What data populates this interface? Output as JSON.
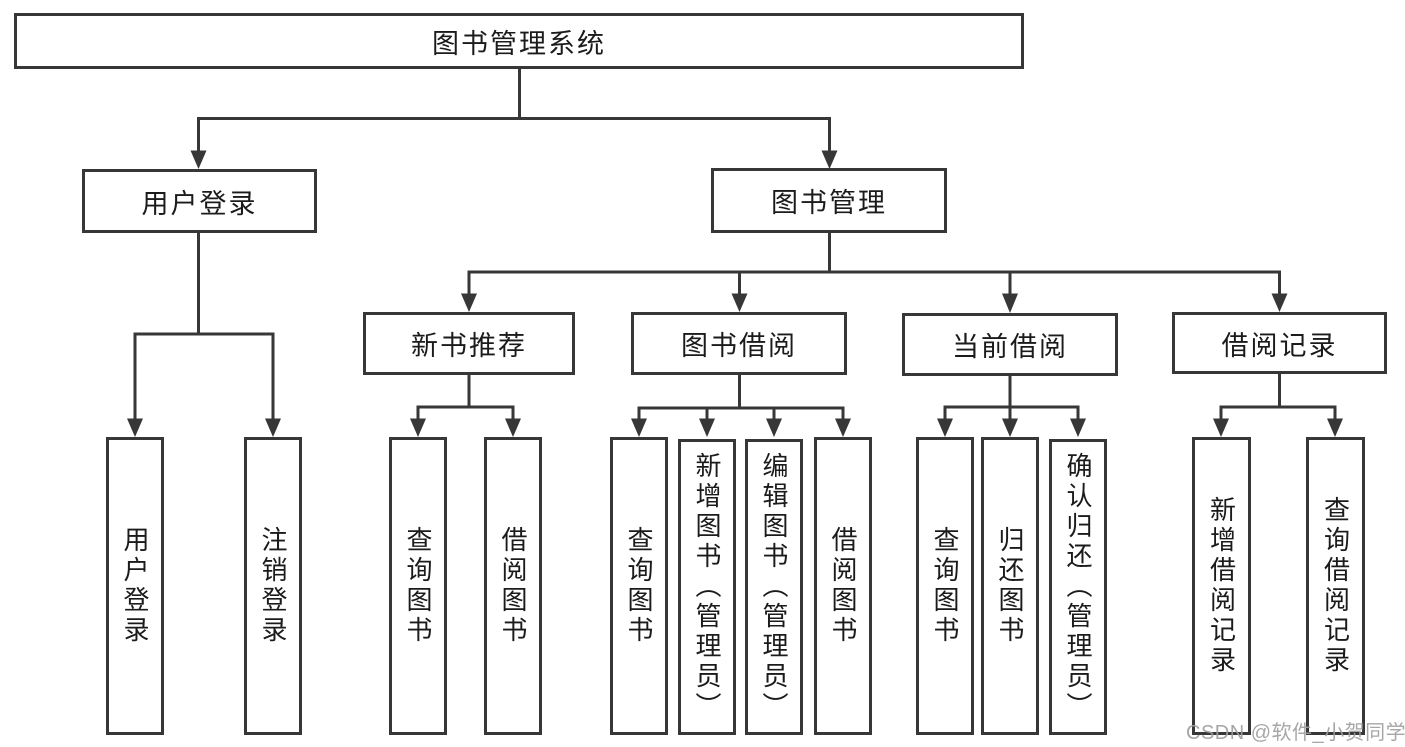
{
  "diagram": {
    "title": "图书管理系统",
    "level2": [
      {
        "id": "user-login",
        "label": "用户登录"
      },
      {
        "id": "book-management",
        "label": "图书管理"
      }
    ],
    "level3": [
      {
        "id": "new-book-recommend",
        "label": "新书推荐"
      },
      {
        "id": "book-borrow",
        "label": "图书借阅"
      },
      {
        "id": "current-borrow",
        "label": "当前借阅"
      },
      {
        "id": "borrow-records",
        "label": "借阅记录"
      }
    ],
    "leaves": {
      "user": [
        "用户登录",
        "注销登录"
      ],
      "recommend": [
        "查询图书",
        "借阅图书"
      ],
      "borrow": [
        "查询图书",
        "新增图书（管理员）",
        "编辑图书（管理员）",
        "借阅图书"
      ],
      "current": [
        "查询图书",
        "归还图书",
        "确认归还（管理员）"
      ],
      "records": [
        "新增借阅记录",
        "查询借阅记录"
      ]
    },
    "colors": {
      "line": "#373737",
      "text": "#1b1b1b",
      "background": "#ffffff",
      "watermark": "#9f9f9f"
    }
  },
  "watermark": {
    "text": "CSDN @软件_小贺同学"
  }
}
